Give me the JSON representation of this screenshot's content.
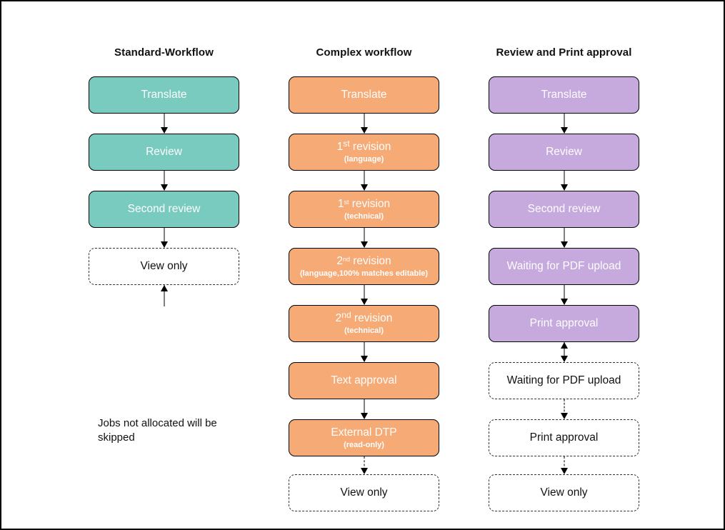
{
  "canvas": {
    "background": "#ffffff",
    "border_color": "#000000"
  },
  "colors": {
    "teal": "#79cbc0",
    "orange": "#f6ab76",
    "purple": "#c6aade",
    "arrow": "#000000"
  },
  "note": {
    "text": "Jobs not allocated will be skipped"
  },
  "columns": [
    {
      "title": "Standard-Workflow",
      "color": "#79cbc0",
      "steps": [
        {
          "label": "Translate",
          "type": "solid",
          "connector": "arrow"
        },
        {
          "label": "Review",
          "type": "solid",
          "connector": "arrow"
        },
        {
          "label": "Second review",
          "type": "solid",
          "connector": "arrow"
        },
        {
          "label": "View only",
          "type": "dashed",
          "connector": "up-arrow"
        }
      ]
    },
    {
      "title": "Complex workflow",
      "color": "#f6ab76",
      "steps": [
        {
          "label": "Translate",
          "type": "solid",
          "connector": "arrow"
        },
        {
          "label_parts": {
            "pre": "1",
            "sup": "st",
            "post": " revision"
          },
          "sup_size": "large",
          "sublabel": "(language)",
          "type": "solid",
          "connector": "arrow"
        },
        {
          "label_parts": {
            "pre": "1",
            "sup": "st",
            "post": " revision"
          },
          "sup_size": "small",
          "sublabel": "(technical)",
          "type": "solid",
          "connector": "arrow"
        },
        {
          "label_parts": {
            "pre": "2",
            "sup": "nd",
            "post": " revision"
          },
          "sup_size": "small",
          "sublabel": "(language,100% matches editable)",
          "type": "solid",
          "connector": "arrow"
        },
        {
          "label_parts": {
            "pre": "2",
            "sup": "nd",
            "post": " revision"
          },
          "sup_size": "large",
          "sublabel": "(technical)",
          "type": "solid",
          "connector": "arrow"
        },
        {
          "label": "Text approval",
          "type": "solid",
          "connector": "arrow"
        },
        {
          "label": "External DTP",
          "sublabel": "(read-only)",
          "type": "solid",
          "connector": "dashed-arrow"
        },
        {
          "label": "View only",
          "type": "dashed",
          "connector": "none"
        }
      ]
    },
    {
      "title": "Review and Print approval",
      "color": "#c6aade",
      "steps": [
        {
          "label": "Translate",
          "type": "solid",
          "connector": "arrow"
        },
        {
          "label": "Review",
          "type": "solid",
          "connector": "arrow"
        },
        {
          "label": "Second review",
          "type": "solid",
          "connector": "arrow"
        },
        {
          "label": "Waiting for PDF upload",
          "type": "solid",
          "connector": "arrow"
        },
        {
          "label": "Print approval",
          "type": "solid",
          "connector": "double-arrow"
        },
        {
          "label": "Waiting for PDF upload",
          "type": "dashed",
          "connector": "dashed-arrow"
        },
        {
          "label": "Print approval",
          "type": "dashed",
          "connector": "dashed-arrow"
        },
        {
          "label": "View only",
          "type": "dashed",
          "connector": "none"
        }
      ]
    }
  ]
}
